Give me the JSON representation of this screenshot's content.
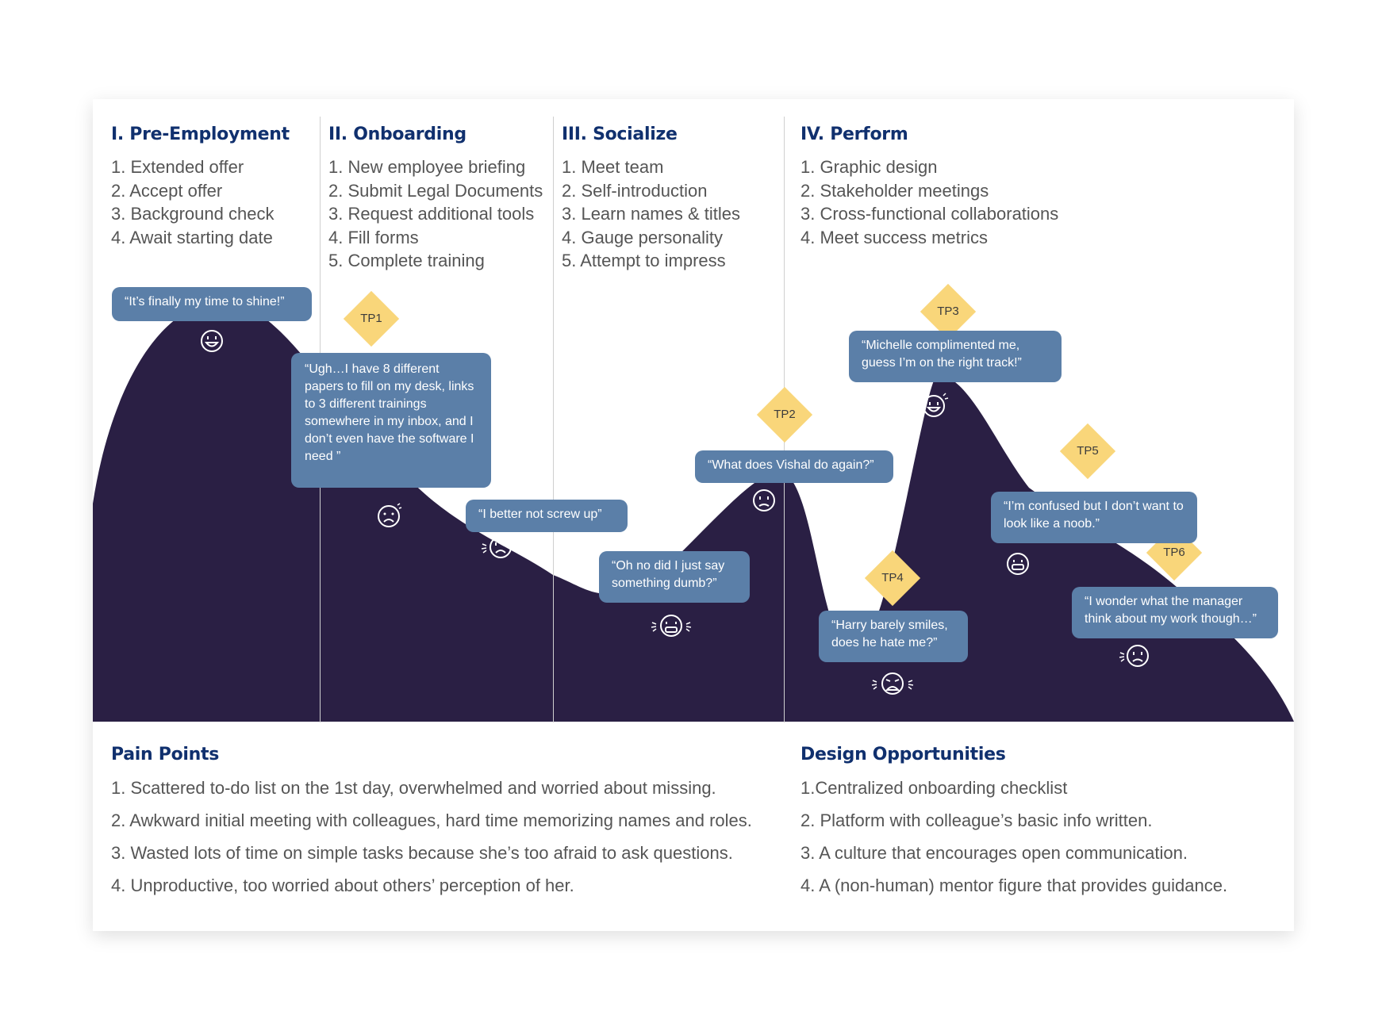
{
  "phases": [
    {
      "title": "I. Pre-Employment",
      "items": [
        "1. Extended offer",
        "2. Accept offer",
        "3. Background check",
        "4. Await starting date"
      ]
    },
    {
      "title": "II. Onboarding",
      "items": [
        "1. New employee briefing",
        "2. Submit Legal Documents",
        "3. Request additional tools",
        "4. Fill forms",
        "5. Complete training"
      ]
    },
    {
      "title": "III. Socialize",
      "items": [
        "1. Meet team",
        "2. Self-introduction",
        "3. Learn names & titles",
        "4. Gauge personality",
        "5. Attempt to impress"
      ]
    },
    {
      "title": "IV. Perform",
      "items": [
        "1. Graphic design",
        "2. Stakeholder meetings",
        "3. Cross-functional collaborations",
        "4. Meet success metrics"
      ]
    }
  ],
  "quotes": [
    "“It’s finally my time to shine!”",
    "“Ugh…I have 8 different papers to fill on my desk, links to 3 different trainings somewhere in my inbox, and I don’t even have the software I need ”",
    "“I better not screw up”",
    "“Oh no did I just say something dumb?”",
    "“What does Vishal do again?”",
    "“Michelle complimented me, guess I’m on the right track!”",
    "“Harry barely smiles, does he hate me?”",
    "“I’m confused but I don’t want to look like a noob.”",
    "“I wonder what the manager think about my work though…”"
  ],
  "touchpoints": [
    "TP1",
    "TP2",
    "TP3",
    "TP4",
    "TP5",
    "TP6"
  ],
  "faces": [
    "happy-face-icon",
    "sad-face-icon",
    "worried-face-icon",
    "anxious-face-icon",
    "neutral-sad-face-icon",
    "happy-face-icon",
    "crying-face-icon",
    "grimace-face-icon",
    "worried-face-icon"
  ],
  "pain_points": {
    "title": "Pain Points",
    "items": [
      "1. Scattered to-do list on the 1st day, overwhelmed and worried about missing.",
      "2. Awkward initial meeting with colleagues, hard time memorizing names and roles.",
      "3. Wasted lots of time on simple tasks because she’s too afraid to ask questions.",
      "4. Unproductive, too worried about others’ perception of her."
    ]
  },
  "design_opportunities": {
    "title": "Design Opportunities",
    "items": [
      "1.Centralized onboarding checklist",
      "2. Platform with colleague’s basic info written.",
      "3. A culture that encourages open communication.",
      "4. A (non-human) mentor figure that provides guidance."
    ]
  },
  "colors": {
    "heading": "#10306e",
    "bubble": "#5b7fa8",
    "touchpoint": "#f9d67a",
    "curve_top": "#f29a9a",
    "curve_mid": "#8c5a4c",
    "curve_bottom": "#2a1f44"
  }
}
